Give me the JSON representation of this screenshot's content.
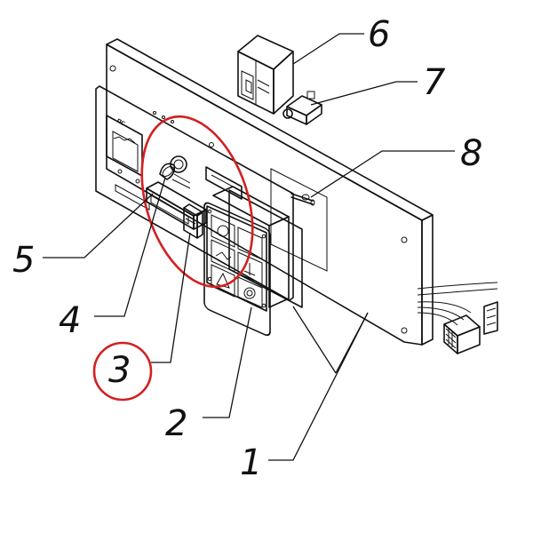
{
  "callouts": {
    "c1": "1",
    "c2": "2",
    "c3": "3",
    "c4": "4",
    "c5": "5",
    "c6": "6",
    "c7": "7",
    "c8": "8"
  },
  "colors": {
    "line": "#111111",
    "highlight": "#d32020",
    "face": "#ffffff"
  }
}
